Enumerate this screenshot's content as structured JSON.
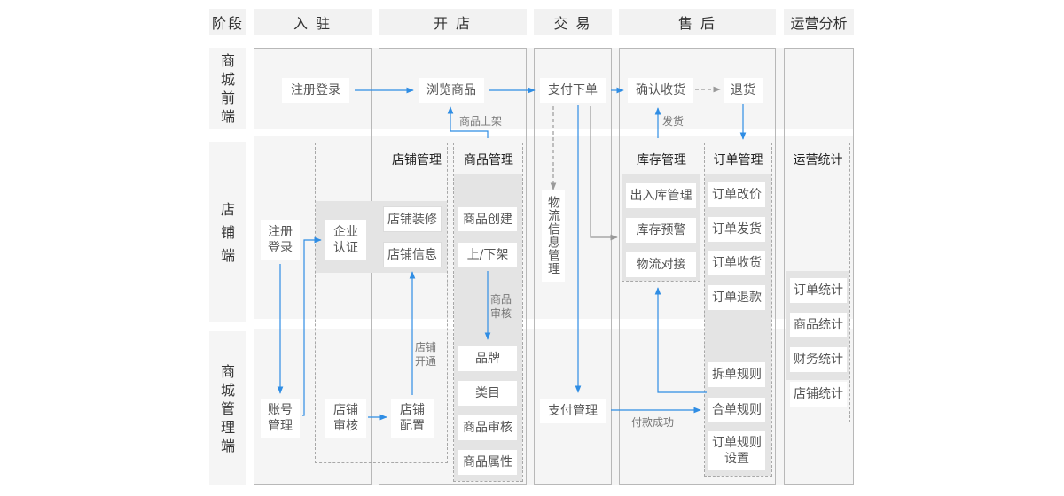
{
  "headers": {
    "stage": "阶段",
    "onboarding": "入 驻",
    "open_store": "开 店",
    "trade": "交 易",
    "after_sales": "售 后",
    "operations": "运营分析"
  },
  "rows": {
    "frontend": "商\n城\n前\n端",
    "store": "店\n\n铺\n\n端",
    "admin": "商\n城\n管\n理\n端"
  },
  "frontend": {
    "register_login": "注册登录",
    "browse": "浏览商品",
    "pay_order": "支付下单",
    "confirm_receipt": "确认收货",
    "return": "退货"
  },
  "labels": {
    "list_product": "商品上架",
    "ship": "发货",
    "product_review": "商品\n审核",
    "store_open": "店铺\n开通",
    "payment_success": "付款成功"
  },
  "store_mgmt": {
    "title": "店铺管理",
    "decoration": "店铺装修",
    "info": "店铺信息"
  },
  "product_mgmt": {
    "title": "商品管理",
    "create": "商品创建",
    "shelf": "上/下架",
    "brand": "品牌",
    "category": "类目",
    "review": "商品审核",
    "attributes": "商品属性"
  },
  "onboarding": {
    "register_login": "注册\n登录",
    "enterprise_cert": "企业\n认证",
    "account_mgmt": "账号\n管理",
    "store_review": "店铺\n审核",
    "store_config": "店铺\n配置"
  },
  "trade": {
    "logistics_info": "物流信息管理",
    "payment_mgmt": "支付管理"
  },
  "inventory": {
    "title": "库存管理",
    "in_out": "出入库管理",
    "warning": "库存预警",
    "logistics": "物流对接"
  },
  "orders": {
    "title": "订单管理",
    "price_change": "订单改价",
    "ship": "订单发货",
    "receive": "订单收货",
    "refund": "订单退款",
    "split_rule": "拆单规则",
    "merge_rule": "合单规则",
    "rule_settings": "订单规则\n设置"
  },
  "ops": {
    "title": "运营统计",
    "order_stats": "订单统计",
    "product_stats": "商品统计",
    "finance_stats": "财务统计",
    "store_stats": "店铺统计"
  },
  "colors": {
    "arrow_blue": "#2f8de4",
    "arrow_gray": "#999999"
  }
}
